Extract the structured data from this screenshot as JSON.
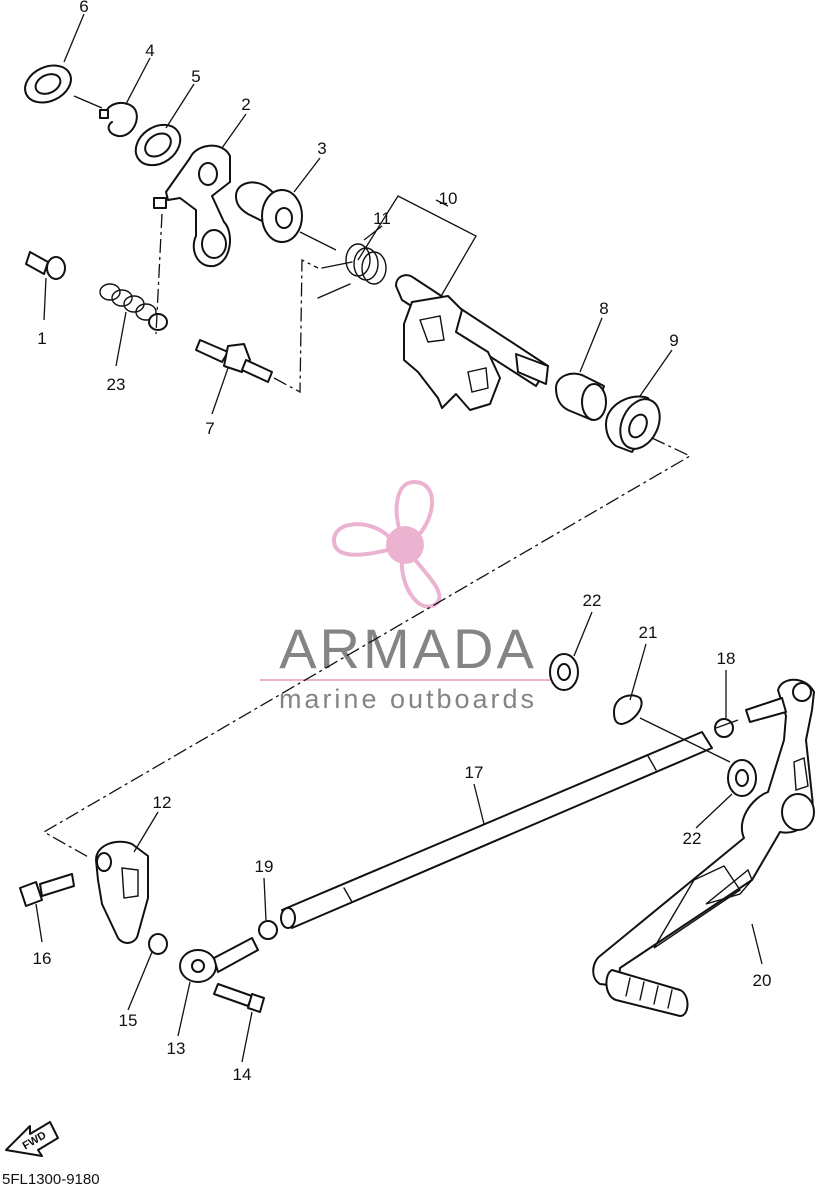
{
  "diagram": {
    "part_numbers": [
      "1",
      "2",
      "3",
      "4",
      "5",
      "6",
      "7",
      "8",
      "9",
      "10",
      "11",
      "12",
      "13",
      "14",
      "15",
      "16",
      "17",
      "18",
      "19",
      "20",
      "21",
      "22",
      "22",
      "23"
    ],
    "direction_label": "FWD",
    "drawing_code": "5FL1300-9180"
  },
  "watermark": {
    "brand": "ARMADA",
    "tagline": "marine outboards",
    "logo_colors": {
      "propeller": "#e9a6c9",
      "hub": "#e9a6c9",
      "text": "#707070"
    }
  }
}
